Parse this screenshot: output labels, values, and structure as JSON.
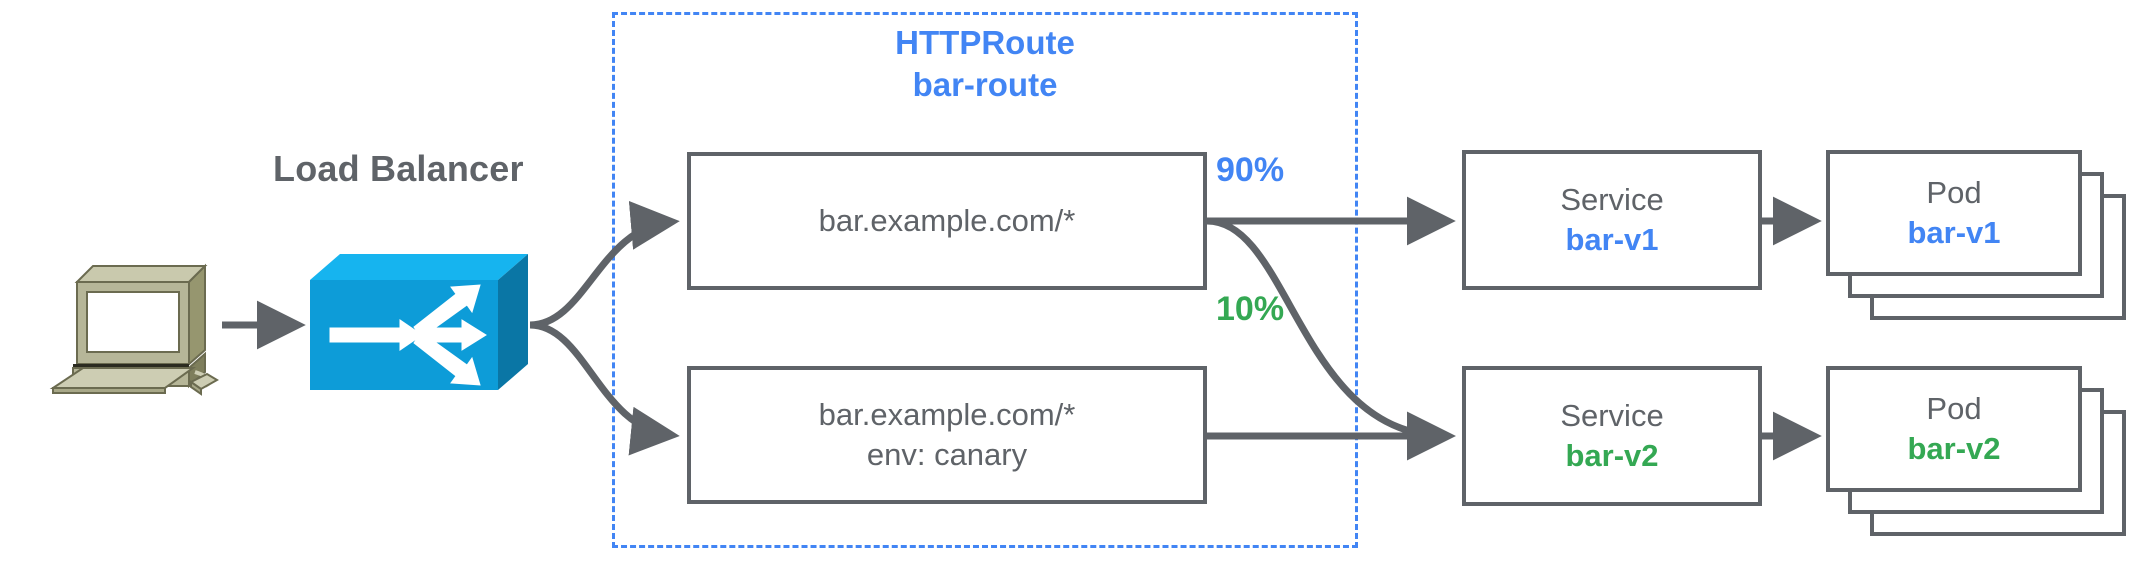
{
  "diagram": {
    "title_hidden": "",
    "load_balancer_label": "Load Balancer",
    "route_group": {
      "kind": "HTTPRoute",
      "name": "bar-route",
      "border_color": "#4285f4",
      "style": "dashed"
    },
    "rules": [
      {
        "id": "rule-primary",
        "lines": [
          "bar.example.com/*"
        ]
      },
      {
        "id": "rule-canary",
        "lines": [
          "bar.example.com/*",
          "env: canary"
        ]
      }
    ],
    "weights": [
      {
        "label": "90%",
        "color": "#4285f4",
        "target": "bar-v1"
      },
      {
        "label": "10%",
        "color": "#34a853",
        "target": "bar-v2"
      }
    ],
    "services": [
      {
        "kind": "Service",
        "name": "bar-v1",
        "color": "#4285f4"
      },
      {
        "kind": "Service",
        "name": "bar-v2",
        "color": "#34a853"
      }
    ],
    "pods": [
      {
        "kind": "Pod",
        "name": "bar-v1",
        "color": "#4285f4",
        "replicas": 3
      },
      {
        "kind": "Pod",
        "name": "bar-v2",
        "color": "#34a853",
        "replicas": 3
      }
    ],
    "icons": {
      "client": "desktop-computer-icon",
      "load_balancer": "network-switch-icon"
    },
    "colors": {
      "stroke": "#5f6368",
      "blue": "#4285f4",
      "green": "#34a853",
      "lb_front": "#0f9bd7",
      "lb_top": "#16b4ef",
      "lb_side": "#0b7fae",
      "computer_body": "#a8a888",
      "computer_light": "#c5c5a8",
      "computer_screen": "#ffffff"
    }
  }
}
